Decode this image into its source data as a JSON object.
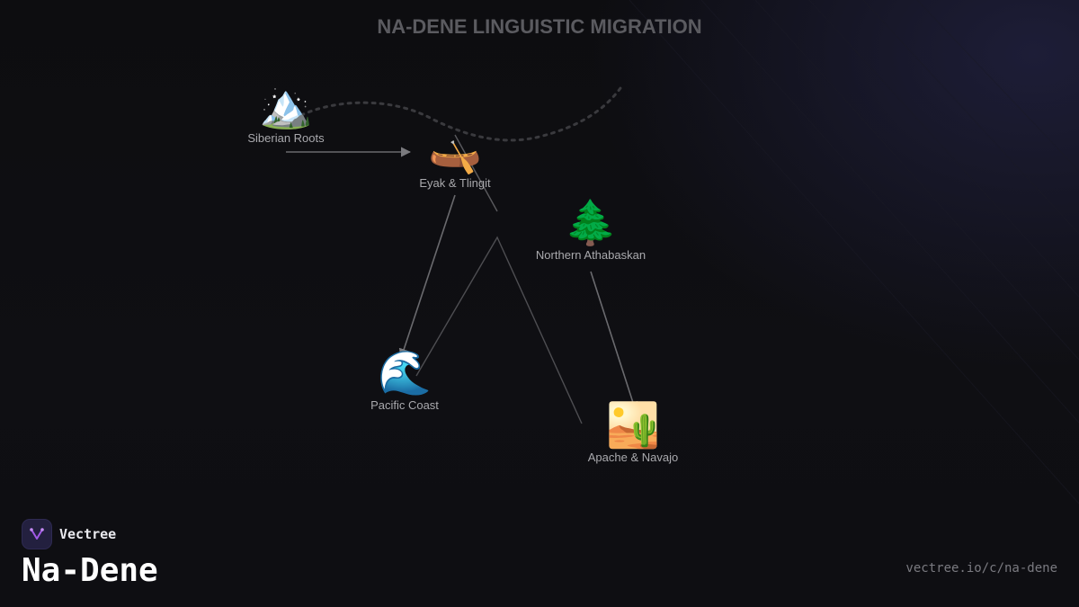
{
  "title": "NA-DENE LINGUISTIC MIGRATION",
  "nodes": [
    {
      "id": "siberian",
      "icon": "🏔️",
      "icon_name": "snow-mountain-icon",
      "label": "Siberian Roots"
    },
    {
      "id": "eyak",
      "icon": "🛶",
      "icon_name": "canoe-icon",
      "label": "Eyak & Tlingit"
    },
    {
      "id": "northern",
      "icon": "🌲",
      "icon_name": "evergreen-tree-icon",
      "label": "Northern Athabaskan"
    },
    {
      "id": "pacific",
      "icon": "🌊",
      "icon_name": "wave-icon",
      "label": "Pacific Coast"
    },
    {
      "id": "apache",
      "icon": "🏜️",
      "icon_name": "desert-icon",
      "label": "Apache & Navajo"
    }
  ],
  "brand": {
    "name": "Vectree",
    "page": "Na-Dene",
    "url": "vectree.io/c/na-dene"
  },
  "colors": {
    "background": "#0e0e11",
    "title": "#5b5b60",
    "edge": "#6a6a6e",
    "dashed_path": "#3a3a3e",
    "label": "#a9a9ad",
    "logo_accent": "#a259e6"
  }
}
